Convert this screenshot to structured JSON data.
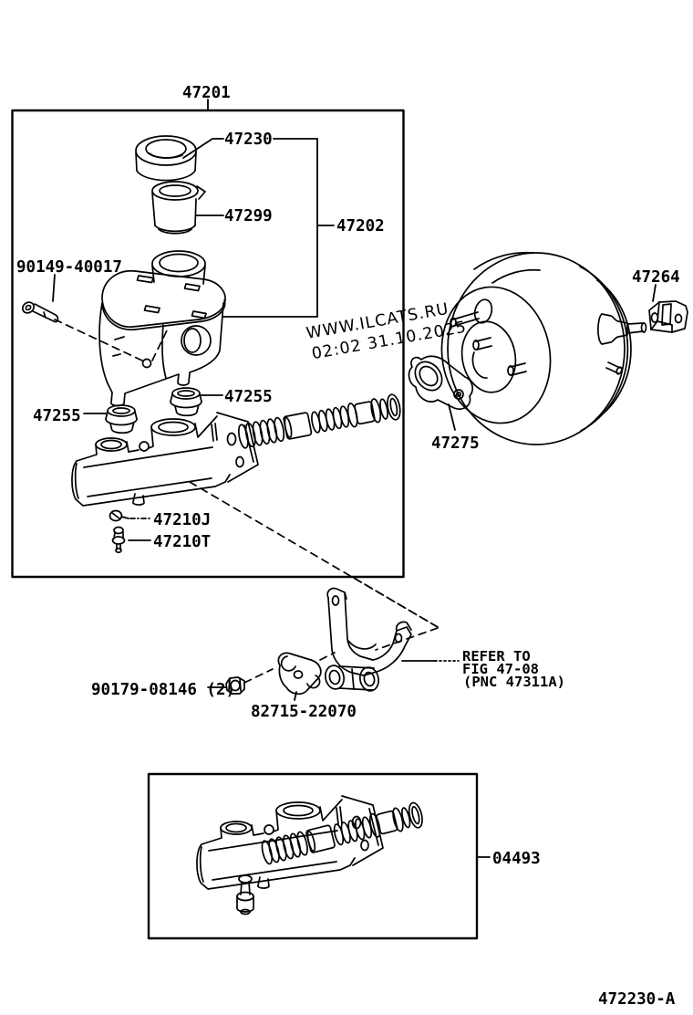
{
  "page": {
    "background": "#ffffff",
    "ink": "#000000"
  },
  "watermark": {
    "line1": "WWW.ILCATS.RU",
    "line2": "02:02 31.10.2025",
    "color": "#a8a8a8"
  },
  "footer": {
    "diagram_code": "472230-A"
  },
  "labels": {
    "assembly": "47201",
    "cap": "47230",
    "strainer": "47299",
    "reservoir_sub": "47202",
    "pin": "90149-40017",
    "grommet_left": "47255",
    "grommet_right": "47255",
    "bleeder_j": "47210J",
    "bleeder_t": "47210T",
    "clevis": "47264",
    "gasket": "47275",
    "nut": "90179-08146 (2)",
    "plate": "82715-22070",
    "refer_line1": "REFER TO",
    "refer_line2": "FIG 47-08",
    "refer_line3": "(PNC 47311A)",
    "kit": "04493"
  }
}
